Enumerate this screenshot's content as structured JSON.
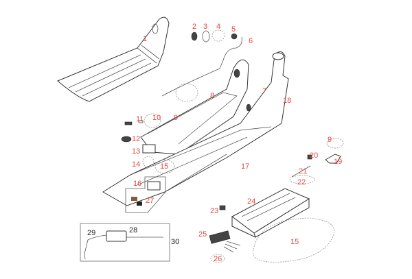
{
  "diagram": {
    "title": "Electric scooter exploded parts diagram",
    "callouts": {
      "p1": "1",
      "p2": "2",
      "p3": "3",
      "p4": "4",
      "p5": "5",
      "p6": "6",
      "p7": "7",
      "p8": "8",
      "p9a": "9",
      "p9b": "9",
      "p10": "10",
      "p11": "11",
      "p12": "12",
      "p13": "13",
      "p14": "14",
      "p15a": "15",
      "p15b": "15",
      "p16": "16",
      "p17": "17",
      "p18": "18",
      "p19": "19",
      "p20": "20",
      "p21": "21",
      "p22": "22",
      "p23": "23",
      "p24": "24",
      "p25": "25",
      "p26": "26",
      "p27": "27",
      "p28": "28",
      "p29": "29",
      "p30": "30"
    },
    "colors": {
      "callout": "#e8463c",
      "charger_callout": "#222222"
    }
  }
}
